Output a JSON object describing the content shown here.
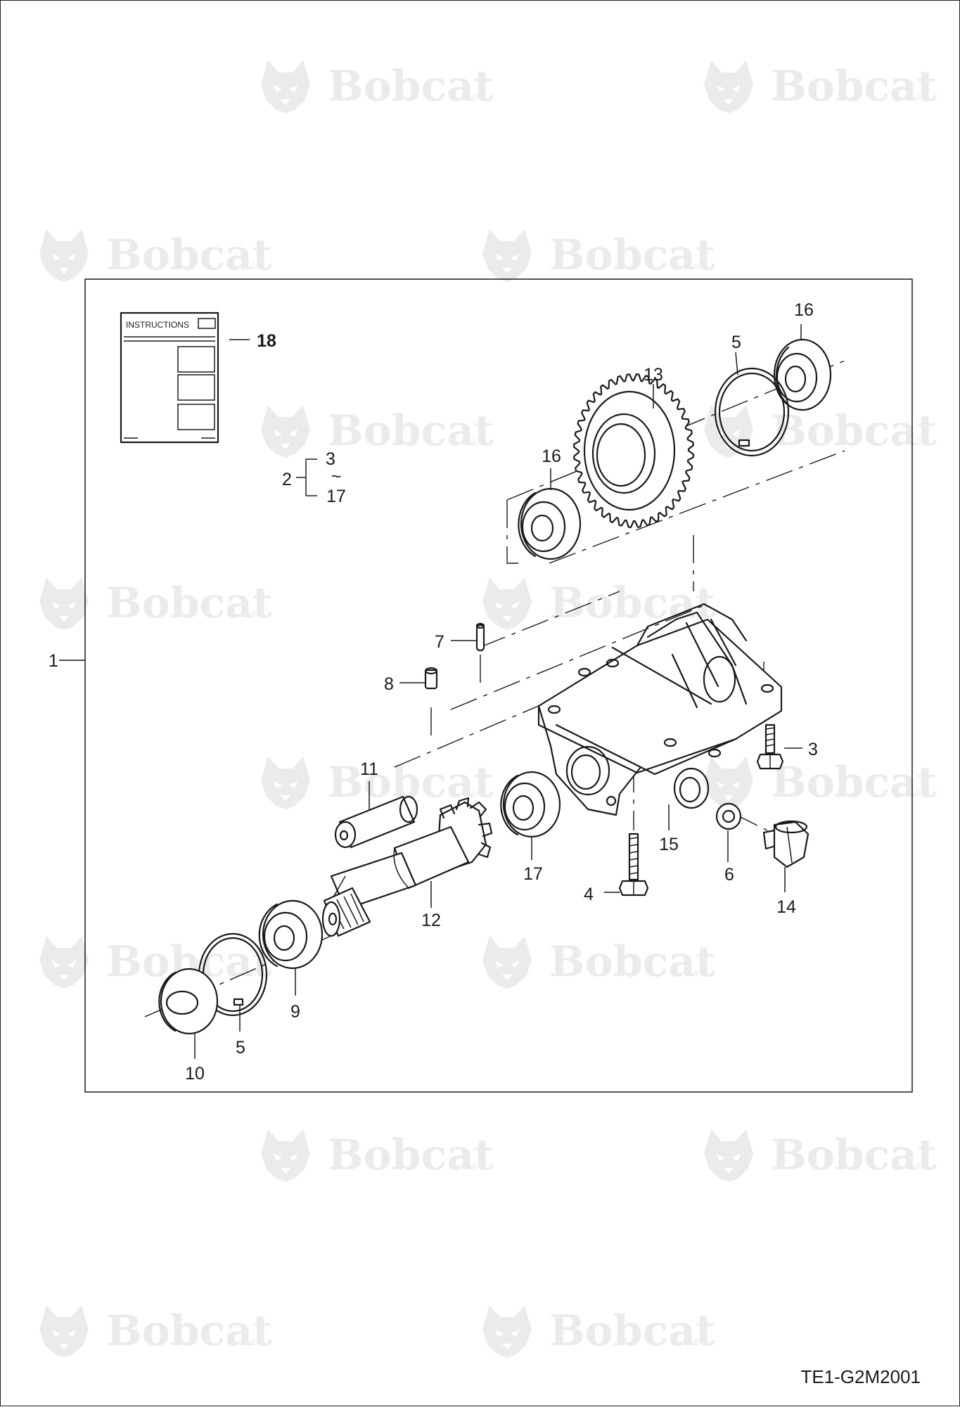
{
  "watermark": {
    "brand": "Bobcat",
    "registered": "®"
  },
  "instruction_card": {
    "title": "INSTRUCTIONS"
  },
  "kit_range": {
    "from": "3",
    "sep": "~",
    "to": "17"
  },
  "labels": [
    {
      "id": "p1",
      "text": "1"
    },
    {
      "id": "p2",
      "text": "2"
    },
    {
      "id": "p3",
      "text": "3"
    },
    {
      "id": "p4",
      "text": "4"
    },
    {
      "id": "p5a",
      "text": "5"
    },
    {
      "id": "p5b",
      "text": "5"
    },
    {
      "id": "p6",
      "text": "6"
    },
    {
      "id": "p7",
      "text": "7"
    },
    {
      "id": "p8",
      "text": "8"
    },
    {
      "id": "p9",
      "text": "9"
    },
    {
      "id": "p10",
      "text": "10"
    },
    {
      "id": "p11",
      "text": "11"
    },
    {
      "id": "p12",
      "text": "12"
    },
    {
      "id": "p13",
      "text": "13"
    },
    {
      "id": "p14",
      "text": "14"
    },
    {
      "id": "p15",
      "text": "15"
    },
    {
      "id": "p16a",
      "text": "16"
    },
    {
      "id": "p16b",
      "text": "16"
    },
    {
      "id": "p17",
      "text": "17"
    },
    {
      "id": "p18",
      "text": "18"
    }
  ],
  "drawing_id": "TE1-G2M2001"
}
